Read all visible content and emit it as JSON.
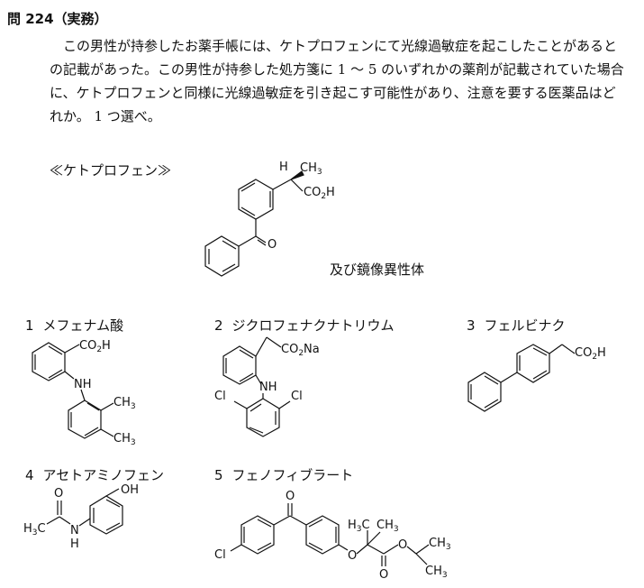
{
  "question": {
    "title": "問 224（実務）",
    "body": "　この男性が持参したお薬手帳には、ケトプロフェンにて光線過敏症を起こしたことがあるとの記載があった。この男性が持参した処方箋に 1 ～ 5 のいずれかの薬剤が記載されていた場合に、ケトプロフェンと同様に光線過敏症を引き起こす可能性があり、注意を要する医薬品はどれか。 1 つ選べ。"
  },
  "reference": {
    "label": "≪ケトプロフェン≫",
    "isomer_note": "及び鏡像異性体",
    "atoms": {
      "h": "H",
      "ch3": "CH3",
      "co2h": "CO2H",
      "o": "O"
    }
  },
  "options": [
    {
      "num": "1",
      "name": "メフェナム酸",
      "atoms": [
        "CO2H",
        "NH",
        "CH3",
        "CH3"
      ]
    },
    {
      "num": "2",
      "name": "ジクロフェナクナトリウム",
      "atoms": [
        "CO2Na",
        "NH",
        "Cl",
        "Cl"
      ]
    },
    {
      "num": "3",
      "name": "フェルビナク",
      "atoms": [
        "CO2H"
      ]
    },
    {
      "num": "4",
      "name": "アセトアミノフェン",
      "atoms": [
        "O",
        "H3C",
        "N",
        "H",
        "OH"
      ]
    },
    {
      "num": "5",
      "name": "フェノフィブラート",
      "atoms": [
        "O",
        "Cl",
        "O",
        "H3C",
        "CH3",
        "O",
        "O",
        "CH3",
        "CH3"
      ]
    }
  ]
}
